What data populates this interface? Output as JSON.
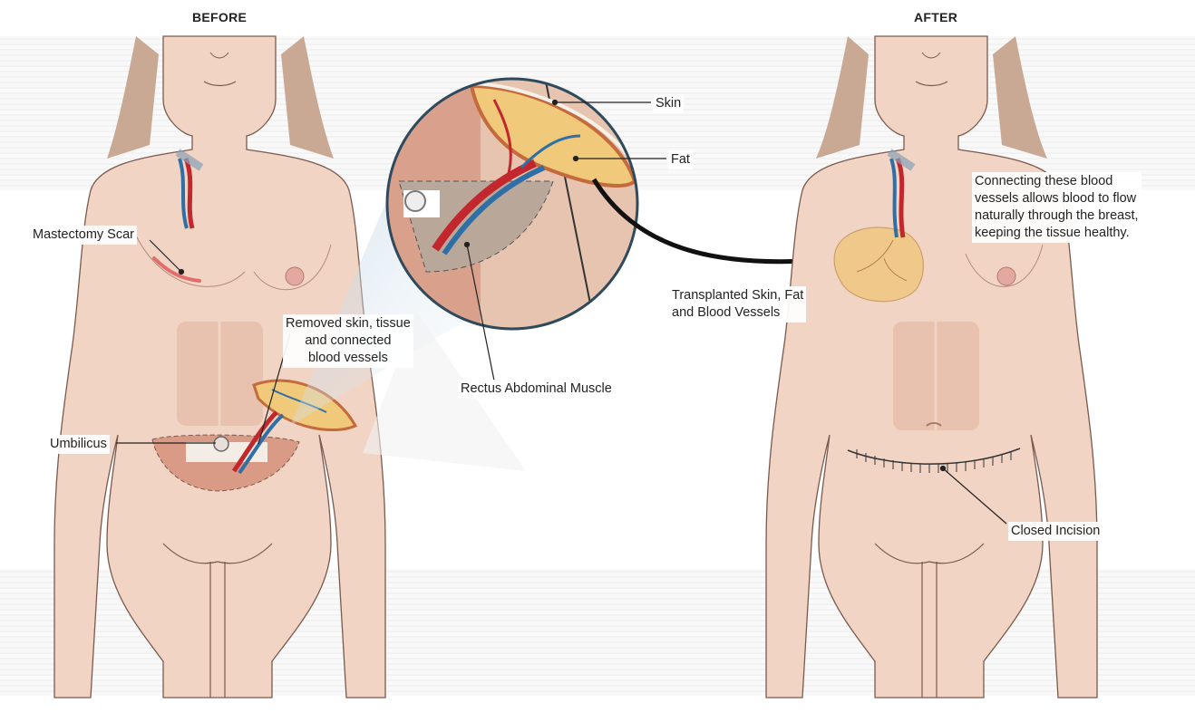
{
  "headings": {
    "before": "BEFORE",
    "after": "AFTER"
  },
  "labels": {
    "skin": "Skin",
    "fat": "Fat",
    "mastectomy_scar": "Mastectomy Scar",
    "removed": [
      "Removed skin, tissue",
      "and connected",
      "blood vessels"
    ],
    "rectus": "Rectus Abdominal Muscle",
    "umbilicus": "Umbilicus",
    "transplanted": [
      "Transplanted Skin, Fat",
      "and Blood Vessels"
    ],
    "connecting": [
      "Connecting these blood",
      "vessels allows blood to flow",
      "naturally through the breast,",
      "keeping the tissue healthy."
    ],
    "closed_incision": "Closed Incision"
  },
  "colors": {
    "skin_tone": "#f1d4c4",
    "skin_outline": "#7a5a4e",
    "hair": "#c9a994",
    "muscle": "#dca48f",
    "fat": "#f0c97a",
    "artery": "#c2272d",
    "vein": "#2e6fa6",
    "magnifier_bg": "#d7e6f0"
  }
}
